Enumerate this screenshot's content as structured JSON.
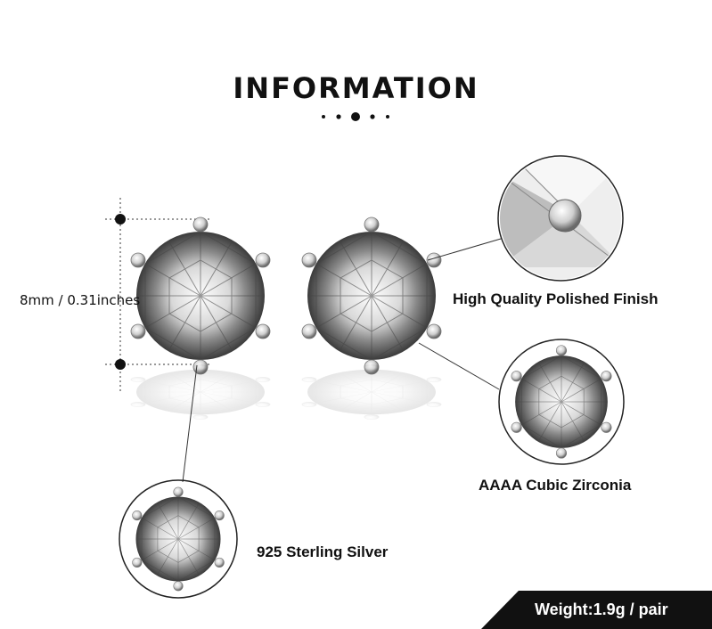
{
  "header": {
    "title": "INFORMATION"
  },
  "dimensions": {
    "size_label": "8mm / 0.31inches"
  },
  "features": {
    "finish": "High Quality Polished Finish",
    "stone": "AAAA Cubic Zirconia",
    "metal": "925 Sterling Silver"
  },
  "footer": {
    "weight": "Weight:1.9g / pair"
  },
  "colors": {
    "text": "#111111",
    "banner": "#111111",
    "banner_text": "#ffffff",
    "circle": "#222222"
  },
  "icons": [
    "gem-stud-icon",
    "prong-detail-icon",
    "dots-divider-icon"
  ]
}
